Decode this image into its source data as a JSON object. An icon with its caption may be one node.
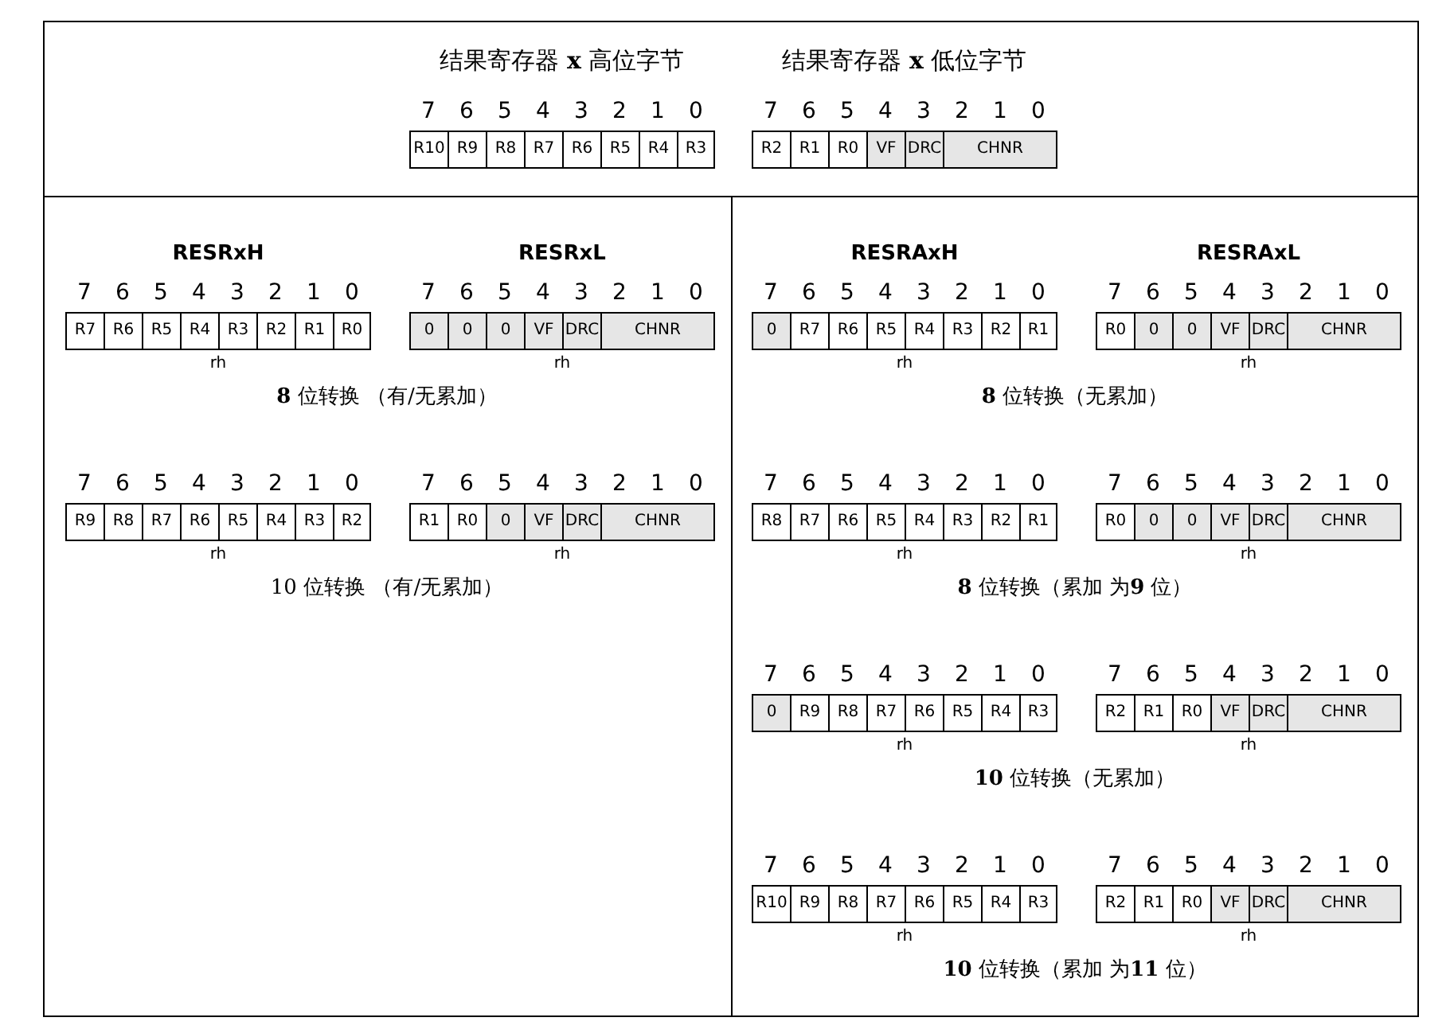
{
  "diagram": {
    "nodes": [
      {
        "text": [],
        "shape": "box"
      },
      {
        "text": [
          "结果寄存器 **x** 高位字节"
        ],
        "in": 0,
        "beside": [
          "7",
          "6",
          "5",
          "4",
          "3",
          "2",
          "1",
          "0"
        ]
      },
      {
        "text": [
          "R10"
        ],
        "in": 1
      },
      {
        "text": [
          "R9"
        ],
        "in": 1
      },
      {
        "text": [
          "R8"
        ],
        "in": 1
      },
      {
        "text": [
          "R7"
        ],
        "in": 1
      },
      {
        "text": [
          "R6"
        ],
        "in": 1
      },
      {
        "text": [
          "R5"
        ],
        "in": 1
      },
      {
        "text": [
          "R4"
        ],
        "in": 1
      },
      {
        "text": [
          "R3"
        ],
        "in": 1
      },
      {
        "text": [
          "结果寄存器 **x** 低位字节"
        ],
        "in": 0,
        "beside": [
          "7",
          "6",
          "5",
          "4",
          "3",
          "2",
          "1",
          "0"
        ]
      },
      {
        "text": [
          "R2"
        ],
        "in": 10
      },
      {
        "text": [
          "R1"
        ],
        "in": 10
      },
      {
        "text": [
          "R0"
        ],
        "in": 10
      },
      {
        "text": [
          "VF"
        ],
        "in": 10
      },
      {
        "text": [
          "DRC"
        ],
        "in": 10
      },
      {
        "text": [
          "CHNR"
        ],
        "in": 10
      },
      {
        "text": [],
        "shape": "box"
      },
      {
        "text": [
          "RESRxH"
        ],
        "in": 17,
        "beside": [
          "7",
          "6",
          "5",
          "4",
          "3",
          "2",
          "1",
          "0",
          "rh"
        ]
      },
      {
        "text": [
          "R7"
        ],
        "in": 18
      },
      {
        "text": [
          "R6"
        ],
        "in": 18
      },
      {
        "text": [
          "R5"
        ],
        "in": 18
      },
      {
        "text": [
          "R4"
        ],
        "in": 18
      },
      {
        "text": [
          "R3"
        ],
        "in": 18
      },
      {
        "text": [
          "R2"
        ],
        "in": 18
      },
      {
        "text": [
          "R1"
        ],
        "in": 18
      },
      {
        "text": [
          "R0"
        ],
        "in": 18
      },
      {
        "text": [
          "RESRxL"
        ],
        "in": 17,
        "beside": [
          "7",
          "6",
          "5",
          "4",
          "3",
          "2",
          "1",
          "0",
          "rh"
        ]
      },
      {
        "text": [
          "0"
        ],
        "in": 27
      },
      {
        "text": [
          "0"
        ],
        "in": 27
      },
      {
        "text": [
          "0"
        ],
        "in": 27
      },
      {
        "text": [
          "VF"
        ],
        "in": 27
      },
      {
        "text": [
          "DRC"
        ],
        "in": 27
      },
      {
        "text": [
          "CHNR"
        ],
        "in": 27
      },
      {
        "text": [],
        "shape": "bar",
        "in": 17,
        "beside": [
          "7",
          "6",
          "5",
          "4",
          "3",
          "2",
          "1",
          "0",
          "rh"
        ]
      },
      {
        "text": [
          "R9"
        ],
        "in": 34
      },
      {
        "text": [
          "R8"
        ],
        "in": 34
      },
      {
        "text": [
          "R7"
        ],
        "in": 34
      },
      {
        "text": [
          "R6"
        ],
        "in": 34
      },
      {
        "text": [
          "R5"
        ],
        "in": 34
      },
      {
        "text": [
          "R4"
        ],
        "in": 34
      },
      {
        "text": [
          "R3"
        ],
        "in": 34
      },
      {
        "text": [
          "R2"
        ],
        "in": 34
      },
      {
        "text": [],
        "shape": "bar",
        "in": 17,
        "beside": [
          "7",
          "6",
          "5",
          "4",
          "3",
          "2",
          "1",
          "0",
          "rh"
        ]
      },
      {
        "text": [
          "R1"
        ],
        "in": 43
      },
      {
        "text": [
          "R0"
        ],
        "in": 43
      },
      {
        "text": [
          "0"
        ],
        "in": 43
      },
      {
        "text": [
          "VF"
        ],
        "in": 43
      },
      {
        "text": [
          "DRC"
        ],
        "in": 43
      },
      {
        "text": [
          "CHNR"
        ],
        "in": 43
      },
      {
        "text": [],
        "shape": "box"
      },
      {
        "text": [
          "RESRAxH"
        ],
        "in": 50,
        "beside": [
          "7",
          "6",
          "5",
          "4",
          "3",
          "2",
          "1",
          "0",
          "rh"
        ]
      },
      {
        "text": [
          "0"
        ],
        "in": 51
      },
      {
        "text": [
          "R7"
        ],
        "in": 51
      },
      {
        "text": [
          "R6"
        ],
        "in": 51
      },
      {
        "text": [
          "R5"
        ],
        "in": 51
      },
      {
        "text": [
          "R4"
        ],
        "in": 51
      },
      {
        "text": [
          "R3"
        ],
        "in": 51
      },
      {
        "text": [
          "R2"
        ],
        "in": 51
      },
      {
        "text": [
          "R1"
        ],
        "in": 51
      },
      {
        "text": [
          "RESRAxL"
        ],
        "in": 50,
        "beside": [
          "7",
          "6",
          "5",
          "4",
          "3",
          "2",
          "1",
          "0",
          "rh"
        ]
      },
      {
        "text": [
          "R0"
        ],
        "in": 60
      },
      {
        "text": [
          "0"
        ],
        "in": 60
      },
      {
        "text": [
          "0"
        ],
        "in": 60
      },
      {
        "text": [
          "VF"
        ],
        "in": 60
      },
      {
        "text": [
          "DRC"
        ],
        "in": 60
      },
      {
        "text": [
          "CHNR"
        ],
        "in": 60
      },
      {
        "text": [],
        "shape": "bar",
        "in": 50,
        "beside": [
          "7",
          "6",
          "5",
          "4",
          "3",
          "2",
          "1",
          "0",
          "rh"
        ]
      },
      {
        "text": [
          "R8"
        ],
        "in": 67
      },
      {
        "text": [
          "R7"
        ],
        "in": 67
      },
      {
        "text": [
          "R6"
        ],
        "in": 67
      },
      {
        "text": [
          "R5"
        ],
        "in": 67
      },
      {
        "text": [
          "R4"
        ],
        "in": 67
      },
      {
        "text": [
          "R3"
        ],
        "in": 67
      },
      {
        "text": [
          "R2"
        ],
        "in": 67
      },
      {
        "text": [
          "R1"
        ],
        "in": 67
      },
      {
        "text": [],
        "shape": "bar",
        "in": 50,
        "beside": [
          "7",
          "6",
          "5",
          "4",
          "3",
          "2",
          "1",
          "0",
          "rh"
        ]
      },
      {
        "text": [
          "R0"
        ],
        "in": 76
      },
      {
        "text": [
          "0"
        ],
        "in": 76
      },
      {
        "text": [
          "0"
        ],
        "in": 76
      },
      {
        "text": [
          "VF"
        ],
        "in": 76
      },
      {
        "text": [
          "DRC"
        ],
        "in": 76
      },
      {
        "text": [
          "CHNR"
        ],
        "in": 76
      },
      {
        "text": [],
        "shape": "bar",
        "in": 50,
        "beside": [
          "7",
          "6",
          "5",
          "4",
          "3",
          "2",
          "1",
          "0",
          "rh"
        ]
      },
      {
        "text": [
          "0"
        ],
        "in": 83
      },
      {
        "text": [
          "R9"
        ],
        "in": 83
      },
      {
        "text": [
          "R8"
        ],
        "in": 83
      },
      {
        "text": [
          "R7"
        ],
        "in": 83
      },
      {
        "text": [
          "R6"
        ],
        "in": 83
      },
      {
        "text": [
          "R5"
        ],
        "in": 83
      },
      {
        "text": [
          "R4"
        ],
        "in": 83
      },
      {
        "text": [
          "R3"
        ],
        "in": 83
      },
      {
        "text": [],
        "shape": "bar",
        "in": 50,
        "beside": [
          "7",
          "6",
          "5",
          "4",
          "3",
          "2",
          "1",
          "0",
          "rh"
        ]
      },
      {
        "text": [
          "R2"
        ],
        "in": 92
      },
      {
        "text": [
          "R1"
        ],
        "in": 92
      },
      {
        "text": [
          "R0"
        ],
        "in": 92
      },
      {
        "text": [
          "VF"
        ],
        "in": 92
      },
      {
        "text": [
          "DRC"
        ],
        "in": 92
      },
      {
        "text": [
          "CHNR"
        ],
        "in": 92
      },
      {
        "text": [],
        "shape": "bar",
        "in": 50,
        "beside": [
          "7",
          "6",
          "5",
          "4",
          "3",
          "2",
          "1",
          "0",
          "rh"
        ]
      },
      {
        "text": [
          "R10"
        ],
        "in": 99
      },
      {
        "text": [
          "R9"
        ],
        "in": 99
      },
      {
        "text": [
          "R8"
        ],
        "in": 99
      },
      {
        "text": [
          "R7"
        ],
        "in": 99
      },
      {
        "text": [
          "R6"
        ],
        "in": 99
      },
      {
        "text": [
          "R5"
        ],
        "in": 99
      },
      {
        "text": [
          "R4"
        ],
        "in": 99
      },
      {
        "text": [
          "R3"
        ],
        "in": 99
      },
      {
        "text": [],
        "shape": "bar",
        "in": 50,
        "beside": [
          "7",
          "6",
          "5",
          "4",
          "3",
          "2",
          "1",
          "0",
          "rh"
        ]
      },
      {
        "text": [
          "R2"
        ],
        "in": 108
      },
      {
        "text": [
          "R1"
        ],
        "in": 108
      },
      {
        "text": [
          "R0"
        ],
        "in": 108
      },
      {
        "text": [
          "VF"
        ],
        "in": 108
      },
      {
        "text": [
          "DRC"
        ],
        "in": 108
      },
      {
        "text": [
          "CHNR"
        ],
        "in": 108
      }
    ],
    "labels": [
      "**8** 位转换 （有/无累加）",
      "**8** 位转换（无累加）",
      "10 位转换 （有/无累加）",
      "**8** 位转换（累加 为**9** 位）",
      "**10** 位转换（无累加）",
      "**10** 位转换（累加 为**11** 位）"
    ]
  }
}
